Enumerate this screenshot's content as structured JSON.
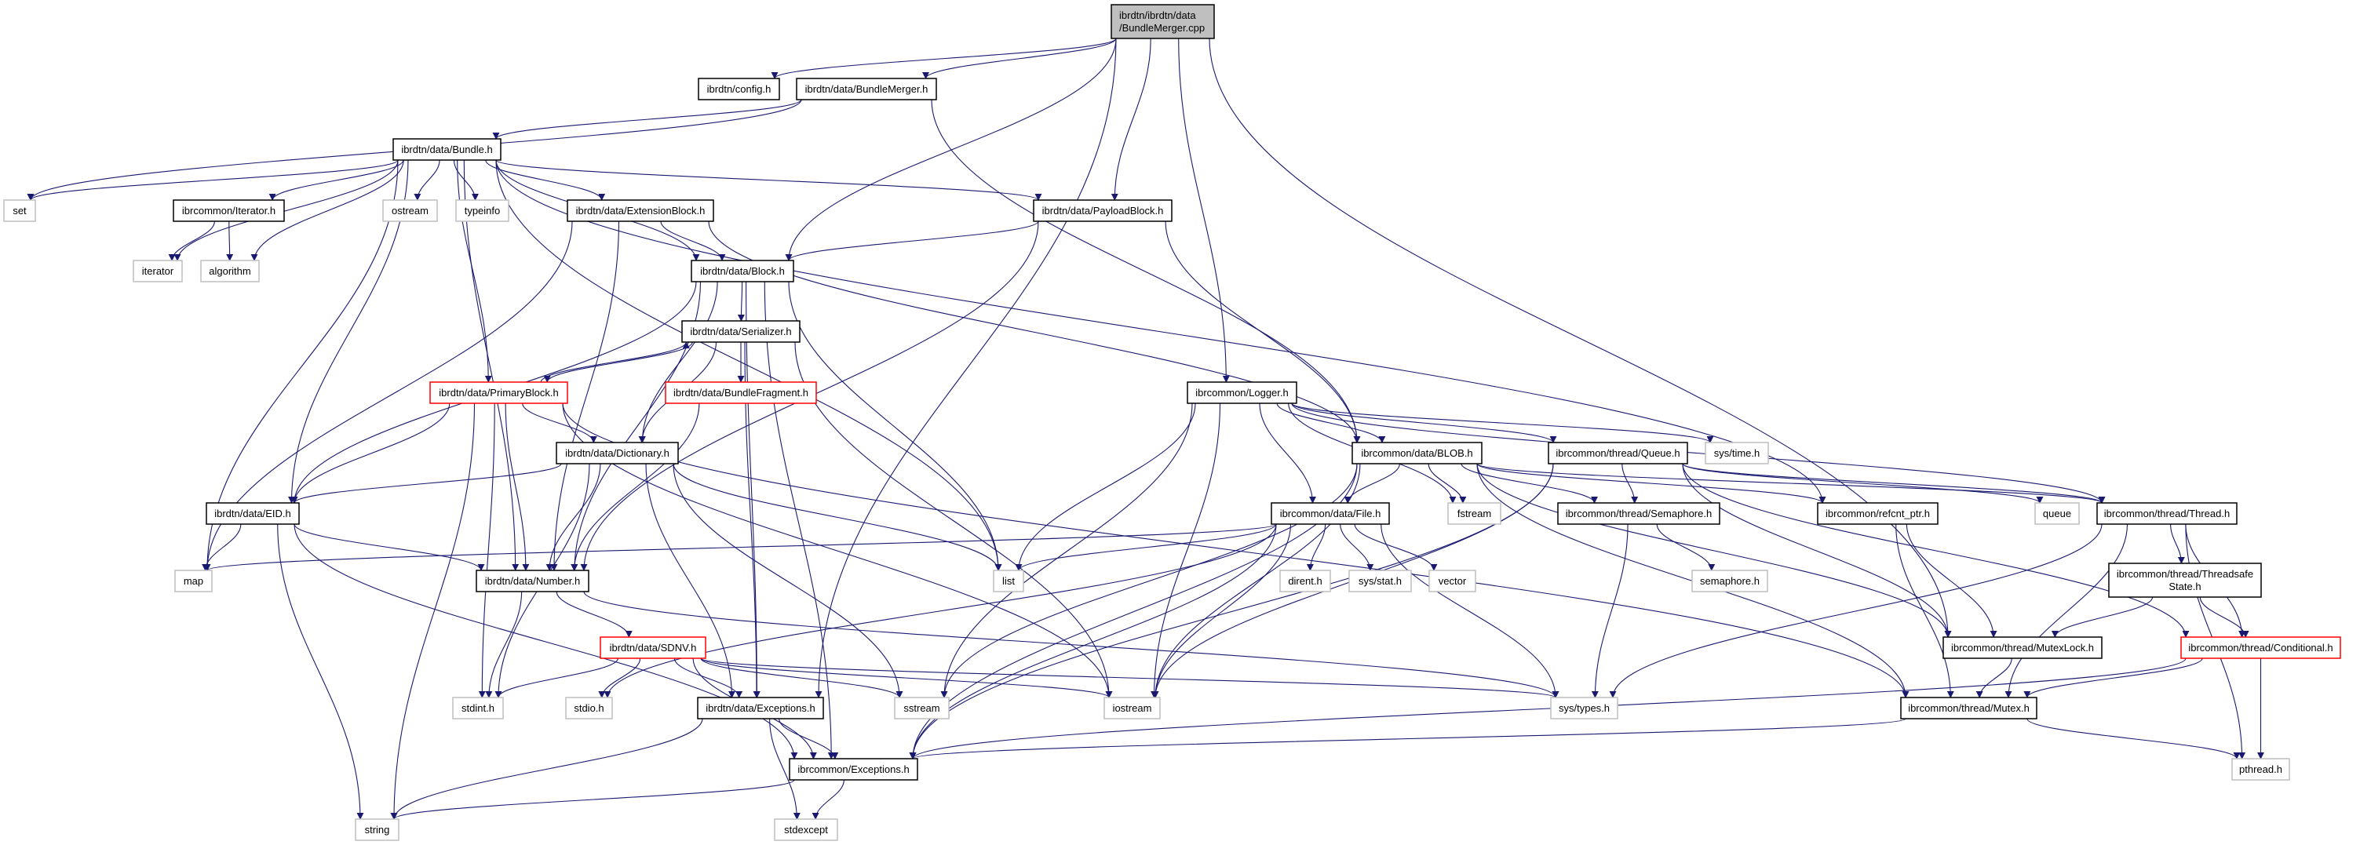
{
  "graph": {
    "colors": {
      "edge": "#191970",
      "documented_border": "#000000",
      "undocumented_border": "#bfbfbf",
      "truncated_border": "#ff0000",
      "current_fill": "#bfbfbf"
    },
    "nodes": [
      {
        "id": "cpp",
        "lines": [
          "ibrdtn/ibrdtn/data",
          "/BundleMerger.cpp"
        ],
        "kind": "current"
      },
      {
        "id": "config",
        "lines": [
          "ibrdtn/config.h"
        ],
        "kind": "documented"
      },
      {
        "id": "bmh",
        "lines": [
          "ibrdtn/data/BundleMerger.h"
        ],
        "kind": "documented"
      },
      {
        "id": "bundle",
        "lines": [
          "ibrdtn/data/Bundle.h"
        ],
        "kind": "documented"
      },
      {
        "id": "set",
        "lines": [
          "set"
        ],
        "kind": "undocumented"
      },
      {
        "id": "iterh",
        "lines": [
          "ibrcommon/Iterator.h"
        ],
        "kind": "documented"
      },
      {
        "id": "ostream",
        "lines": [
          "ostream"
        ],
        "kind": "undocumented"
      },
      {
        "id": "typeinfo",
        "lines": [
          "typeinfo"
        ],
        "kind": "undocumented"
      },
      {
        "id": "ext",
        "lines": [
          "ibrdtn/data/ExtensionBlock.h"
        ],
        "kind": "documented"
      },
      {
        "id": "payload",
        "lines": [
          "ibrdtn/data/PayloadBlock.h"
        ],
        "kind": "documented"
      },
      {
        "id": "iterator",
        "lines": [
          "iterator"
        ],
        "kind": "undocumented"
      },
      {
        "id": "algorithm",
        "lines": [
          "algorithm"
        ],
        "kind": "undocumented"
      },
      {
        "id": "block",
        "lines": [
          "ibrdtn/data/Block.h"
        ],
        "kind": "documented"
      },
      {
        "id": "serializer",
        "lines": [
          "ibrdtn/data/Serializer.h"
        ],
        "kind": "documented"
      },
      {
        "id": "primary",
        "lines": [
          "ibrdtn/data/PrimaryBlock.h"
        ],
        "kind": "truncated"
      },
      {
        "id": "fragment",
        "lines": [
          "ibrdtn/data/BundleFragment.h"
        ],
        "kind": "truncated"
      },
      {
        "id": "logger",
        "lines": [
          "ibrcommon/Logger.h"
        ],
        "kind": "documented"
      },
      {
        "id": "dictionary",
        "lines": [
          "ibrdtn/data/Dictionary.h"
        ],
        "kind": "documented"
      },
      {
        "id": "blob",
        "lines": [
          "ibrcommon/data/BLOB.h"
        ],
        "kind": "documented"
      },
      {
        "id": "queueh",
        "lines": [
          "ibrcommon/thread/Queue.h"
        ],
        "kind": "documented"
      },
      {
        "id": "systime",
        "lines": [
          "sys/time.h"
        ],
        "kind": "undocumented"
      },
      {
        "id": "eid",
        "lines": [
          "ibrdtn/data/EID.h"
        ],
        "kind": "documented"
      },
      {
        "id": "file",
        "lines": [
          "ibrcommon/data/File.h"
        ],
        "kind": "documented"
      },
      {
        "id": "fstream",
        "lines": [
          "fstream"
        ],
        "kind": "undocumented"
      },
      {
        "id": "semaphoreh",
        "lines": [
          "ibrcommon/thread/Semaphore.h"
        ],
        "kind": "documented"
      },
      {
        "id": "refcnt",
        "lines": [
          "ibrcommon/refcnt_ptr.h"
        ],
        "kind": "documented"
      },
      {
        "id": "queue",
        "lines": [
          "queue"
        ],
        "kind": "undocumented"
      },
      {
        "id": "thread",
        "lines": [
          "ibrcommon/thread/Thread.h"
        ],
        "kind": "documented"
      },
      {
        "id": "map",
        "lines": [
          "map"
        ],
        "kind": "undocumented"
      },
      {
        "id": "number",
        "lines": [
          "ibrdtn/data/Number.h"
        ],
        "kind": "documented"
      },
      {
        "id": "list",
        "lines": [
          "list"
        ],
        "kind": "undocumented"
      },
      {
        "id": "dirent",
        "lines": [
          "dirent.h"
        ],
        "kind": "undocumented"
      },
      {
        "id": "sysstat",
        "lines": [
          "sys/stat.h"
        ],
        "kind": "undocumented"
      },
      {
        "id": "vector",
        "lines": [
          "vector"
        ],
        "kind": "undocumented"
      },
      {
        "id": "semaphore",
        "lines": [
          "semaphore.h"
        ],
        "kind": "undocumented"
      },
      {
        "id": "tss",
        "lines": [
          "ibrcommon/thread/Threadsafe",
          "State.h"
        ],
        "kind": "documented"
      },
      {
        "id": "sdnv",
        "lines": [
          "ibrdtn/data/SDNV.h"
        ],
        "kind": "truncated"
      },
      {
        "id": "mutexlock",
        "lines": [
          "ibrcommon/thread/MutexLock.h"
        ],
        "kind": "documented"
      },
      {
        "id": "conditional",
        "lines": [
          "ibrcommon/thread/Conditional.h"
        ],
        "kind": "truncated"
      },
      {
        "id": "stdint",
        "lines": [
          "stdint.h"
        ],
        "kind": "undocumented"
      },
      {
        "id": "stdio",
        "lines": [
          "stdio.h"
        ],
        "kind": "undocumented"
      },
      {
        "id": "dexc",
        "lines": [
          "ibrdtn/data/Exceptions.h"
        ],
        "kind": "documented"
      },
      {
        "id": "sstream",
        "lines": [
          "sstream"
        ],
        "kind": "undocumented"
      },
      {
        "id": "iostream",
        "lines": [
          "iostream"
        ],
        "kind": "undocumented"
      },
      {
        "id": "systypes",
        "lines": [
          "sys/types.h"
        ],
        "kind": "undocumented"
      },
      {
        "id": "mutex",
        "lines": [
          "ibrcommon/thread/Mutex.h"
        ],
        "kind": "documented"
      },
      {
        "id": "cexc",
        "lines": [
          "ibrcommon/Exceptions.h"
        ],
        "kind": "documented"
      },
      {
        "id": "pthread",
        "lines": [
          "pthread.h"
        ],
        "kind": "undocumented"
      },
      {
        "id": "string",
        "lines": [
          "string"
        ],
        "kind": "undocumented"
      },
      {
        "id": "stdexcept",
        "lines": [
          "stdexcept"
        ],
        "kind": "undocumented"
      }
    ],
    "edges": [
      [
        "cpp",
        "config"
      ],
      [
        "cpp",
        "bmh"
      ],
      [
        "cpp",
        "block"
      ],
      [
        "cpp",
        "payload"
      ],
      [
        "cpp",
        "dexc"
      ],
      [
        "cpp",
        "logger"
      ],
      [
        "cpp",
        "mutexlock"
      ],
      [
        "bmh",
        "bundle"
      ],
      [
        "bmh",
        "set"
      ],
      [
        "bmh",
        "blob"
      ],
      [
        "bundle",
        "set"
      ],
      [
        "bundle",
        "map"
      ],
      [
        "bundle",
        "iterator"
      ],
      [
        "bundle",
        "algorithm"
      ],
      [
        "bundle",
        "iterh"
      ],
      [
        "bundle",
        "ostream"
      ],
      [
        "bundle",
        "typeinfo"
      ],
      [
        "bundle",
        "ext"
      ],
      [
        "bundle",
        "block"
      ],
      [
        "bundle",
        "primary"
      ],
      [
        "bundle",
        "eid"
      ],
      [
        "bundle",
        "number"
      ],
      [
        "bundle",
        "list"
      ],
      [
        "bundle",
        "payload"
      ],
      [
        "bundle",
        "refcnt"
      ],
      [
        "iterh",
        "iterator"
      ],
      [
        "iterh",
        "algorithm"
      ],
      [
        "ext",
        "block"
      ],
      [
        "ext",
        "map"
      ],
      [
        "ext",
        "number"
      ],
      [
        "ext",
        "blob"
      ],
      [
        "payload",
        "block"
      ],
      [
        "payload",
        "number"
      ],
      [
        "payload",
        "blob"
      ],
      [
        "block",
        "serializer"
      ],
      [
        "block",
        "eid"
      ],
      [
        "block",
        "number"
      ],
      [
        "block",
        "dictionary"
      ],
      [
        "block",
        "list"
      ],
      [
        "block",
        "dexc"
      ],
      [
        "block",
        "cexc"
      ],
      [
        "serializer",
        "primary"
      ],
      [
        "serializer",
        "fragment"
      ],
      [
        "serializer",
        "dictionary"
      ],
      [
        "serializer",
        "dexc"
      ],
      [
        "serializer",
        "iostream"
      ],
      [
        "primary",
        "serializer"
      ],
      [
        "primary",
        "dictionary"
      ],
      [
        "primary",
        "eid"
      ],
      [
        "primary",
        "number"
      ],
      [
        "primary",
        "stdint"
      ],
      [
        "primary",
        "string"
      ],
      [
        "primary",
        "iostream"
      ],
      [
        "primary",
        "mutex"
      ],
      [
        "dictionary",
        "eid"
      ],
      [
        "dictionary",
        "number"
      ],
      [
        "dictionary",
        "stdint"
      ],
      [
        "dictionary",
        "list"
      ],
      [
        "dictionary",
        "sstream"
      ],
      [
        "dictionary",
        "dexc"
      ],
      [
        "fragment",
        "number"
      ],
      [
        "eid",
        "map"
      ],
      [
        "eid",
        "number"
      ],
      [
        "eid",
        "string"
      ],
      [
        "eid",
        "cexc"
      ],
      [
        "number",
        "sdnv"
      ],
      [
        "number",
        "stdint"
      ],
      [
        "number",
        "systypes"
      ],
      [
        "sdnv",
        "stdint"
      ],
      [
        "sdnv",
        "stdio"
      ],
      [
        "sdnv",
        "dexc"
      ],
      [
        "sdnv",
        "cexc"
      ],
      [
        "sdnv",
        "sstream"
      ],
      [
        "sdnv",
        "iostream"
      ],
      [
        "sdnv",
        "systypes"
      ],
      [
        "dexc",
        "cexc"
      ],
      [
        "dexc",
        "string"
      ],
      [
        "dexc",
        "stdexcept"
      ],
      [
        "cexc",
        "string"
      ],
      [
        "cexc",
        "stdexcept"
      ],
      [
        "logger",
        "list"
      ],
      [
        "logger",
        "sstream"
      ],
      [
        "logger",
        "iostream"
      ],
      [
        "logger",
        "file"
      ],
      [
        "logger",
        "blob"
      ],
      [
        "logger",
        "fstream"
      ],
      [
        "logger",
        "queueh"
      ],
      [
        "logger",
        "systime"
      ],
      [
        "logger",
        "thread"
      ],
      [
        "blob",
        "file"
      ],
      [
        "blob",
        "fstream"
      ],
      [
        "blob",
        "sstream"
      ],
      [
        "blob",
        "iostream"
      ],
      [
        "blob",
        "semaphoreh"
      ],
      [
        "blob",
        "refcnt"
      ],
      [
        "blob",
        "mutexlock"
      ],
      [
        "blob",
        "mutex"
      ],
      [
        "blob",
        "thread"
      ],
      [
        "blob",
        "cexc"
      ],
      [
        "file",
        "map"
      ],
      [
        "file",
        "list"
      ],
      [
        "file",
        "dirent"
      ],
      [
        "file",
        "sysstat"
      ],
      [
        "file",
        "vector"
      ],
      [
        "file",
        "iostream"
      ],
      [
        "file",
        "stdio"
      ],
      [
        "file",
        "systypes"
      ],
      [
        "file",
        "cexc"
      ],
      [
        "queueh",
        "semaphoreh"
      ],
      [
        "queueh",
        "queue"
      ],
      [
        "queueh",
        "mutexlock"
      ],
      [
        "queueh",
        "conditional"
      ],
      [
        "queueh",
        "thread"
      ],
      [
        "queueh",
        "iostream"
      ],
      [
        "queueh",
        "cexc"
      ],
      [
        "semaphoreh",
        "semaphore"
      ],
      [
        "semaphoreh",
        "systypes"
      ],
      [
        "refcnt",
        "mutexlock"
      ],
      [
        "refcnt",
        "mutex"
      ],
      [
        "thread",
        "tss"
      ],
      [
        "thread",
        "conditional"
      ],
      [
        "thread",
        "mutex"
      ],
      [
        "thread",
        "systypes"
      ],
      [
        "thread",
        "pthread"
      ],
      [
        "tss",
        "mutexlock"
      ],
      [
        "tss",
        "conditional"
      ],
      [
        "mutexlock",
        "mutex"
      ],
      [
        "conditional",
        "mutex"
      ],
      [
        "conditional",
        "pthread"
      ],
      [
        "conditional",
        "cexc"
      ],
      [
        "mutex",
        "pthread"
      ],
      [
        "mutex",
        "cexc"
      ]
    ]
  }
}
